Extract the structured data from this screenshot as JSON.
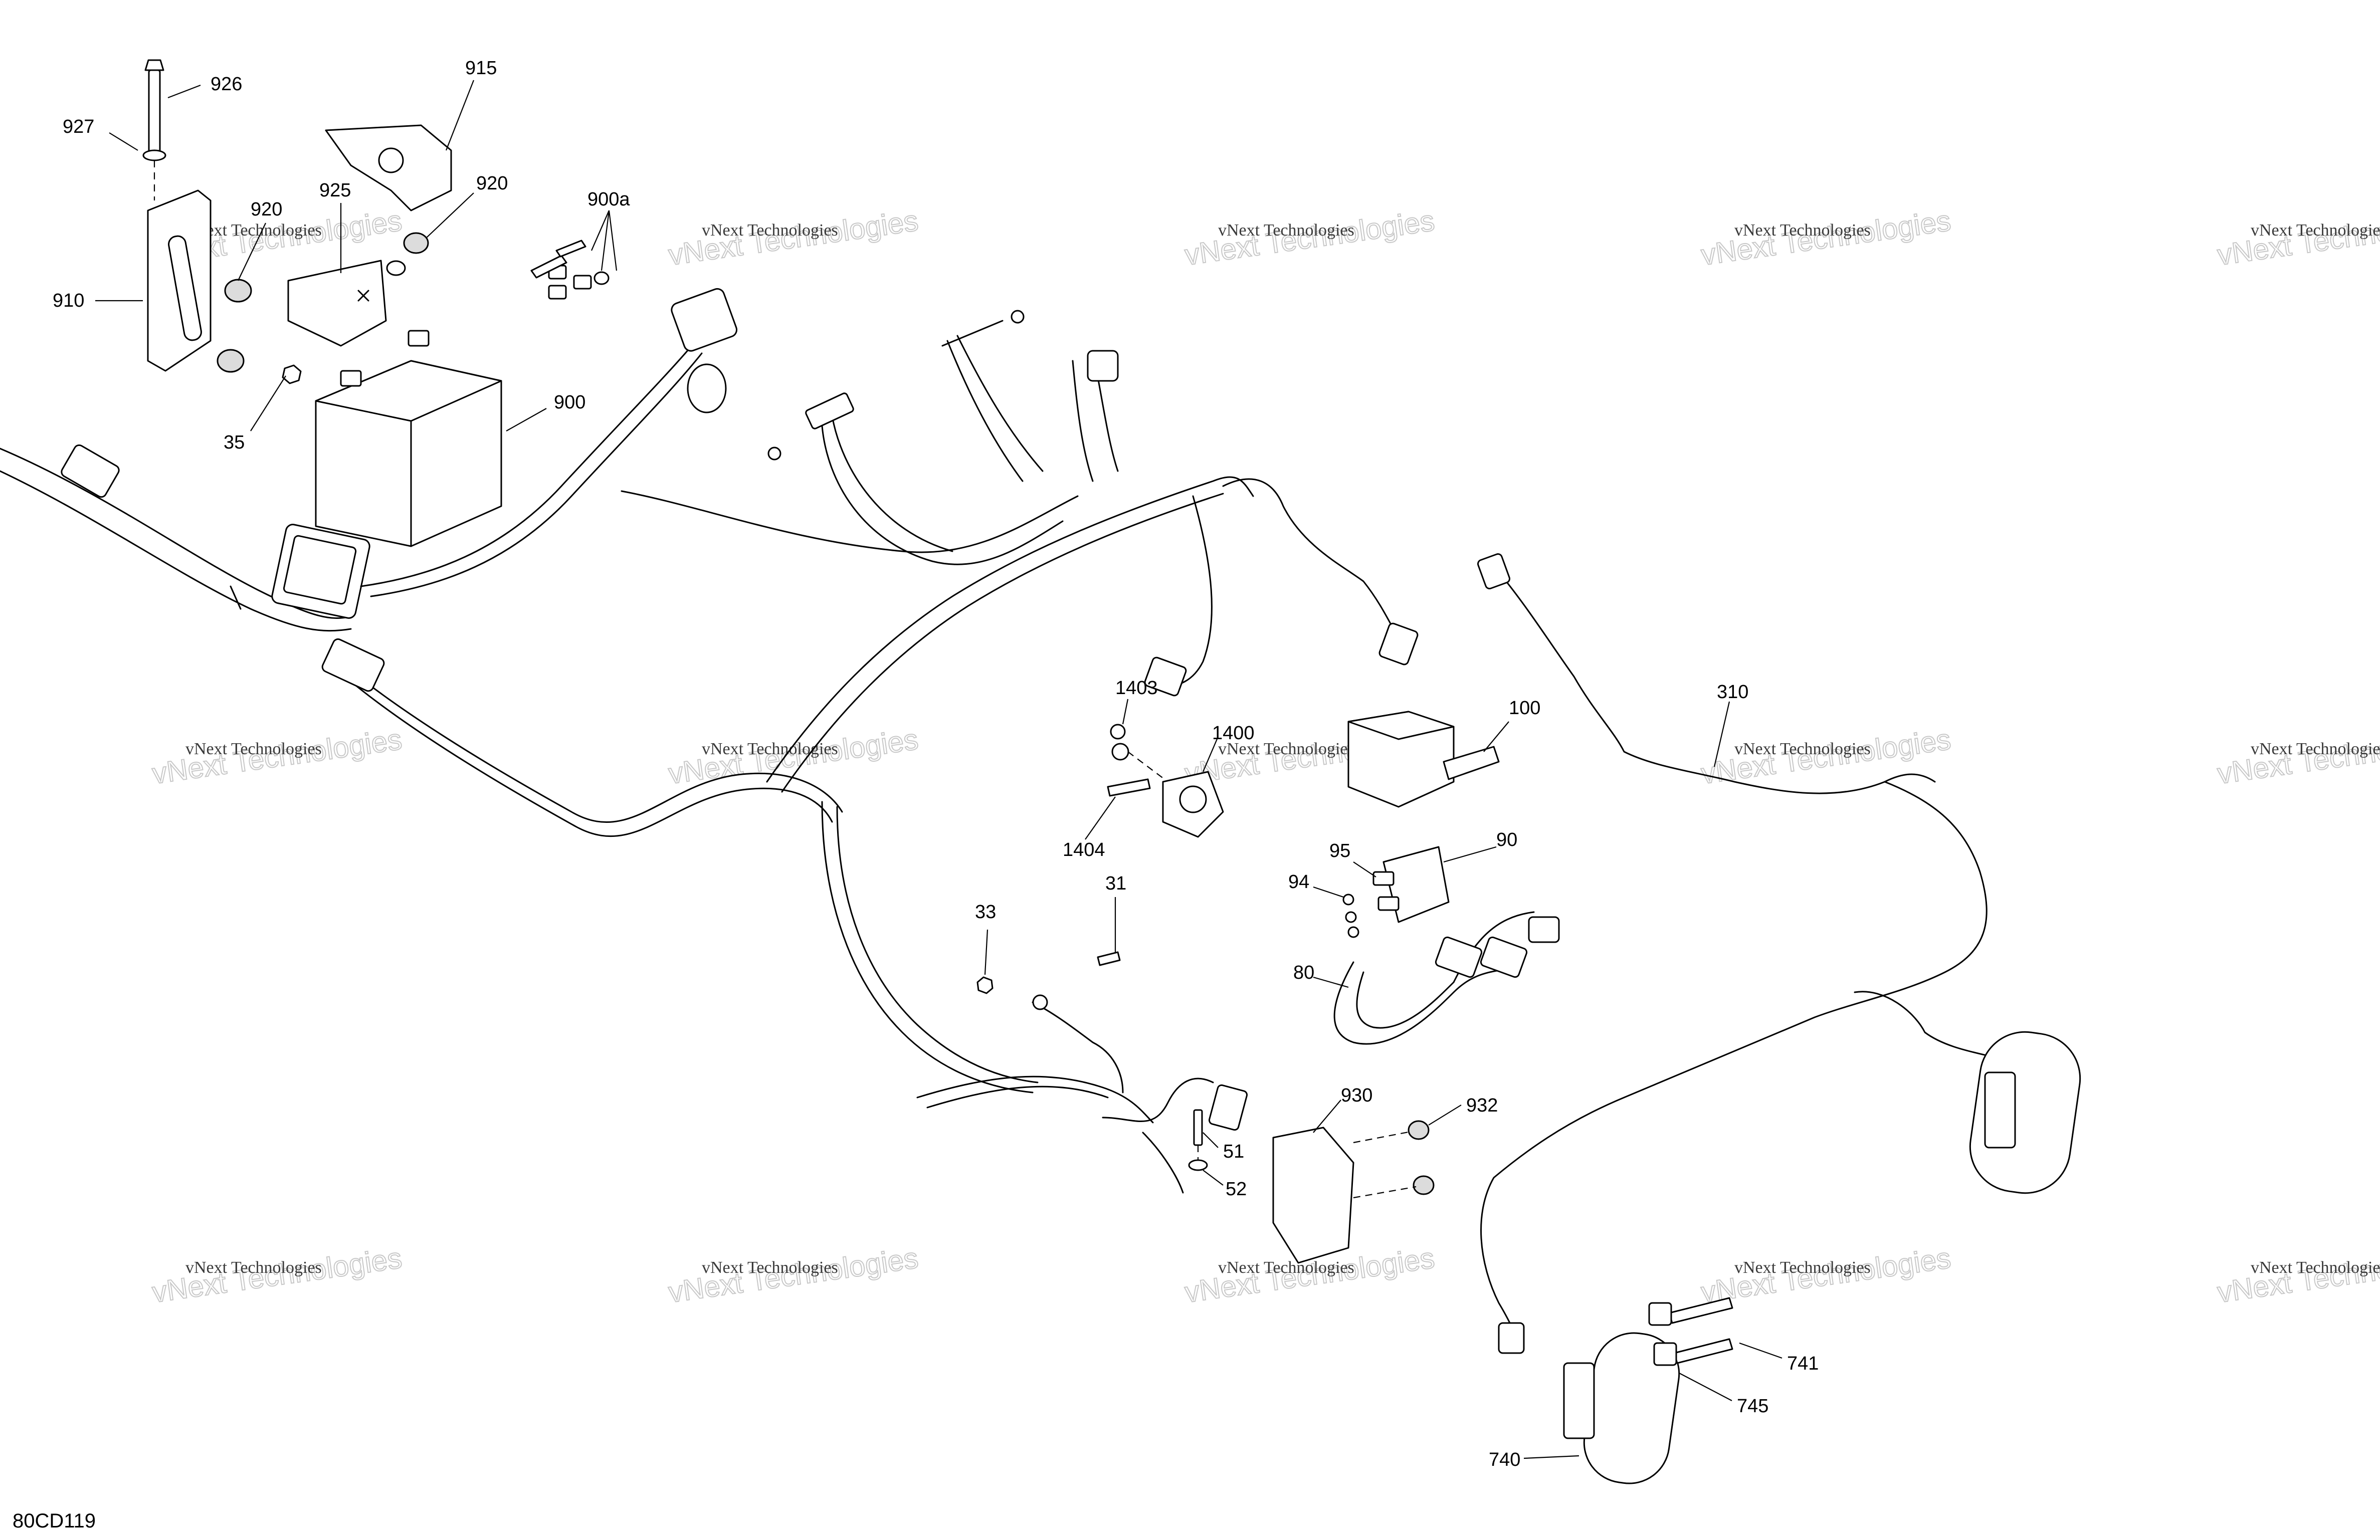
{
  "diagram_code": "80CD119",
  "watermark": {
    "line1": "vNext Technologies",
    "line2": "vNext Technologies"
  },
  "callouts": [
    {
      "id": "c926",
      "label": "926"
    },
    {
      "id": "c915",
      "label": "915"
    },
    {
      "id": "c927",
      "label": "927"
    },
    {
      "id": "c920a",
      "label": "920"
    },
    {
      "id": "c925",
      "label": "925"
    },
    {
      "id": "c920b",
      "label": "920"
    },
    {
      "id": "c900a",
      "label": "900a"
    },
    {
      "id": "c910",
      "label": "910"
    },
    {
      "id": "c35",
      "label": "35"
    },
    {
      "id": "c900",
      "label": "900"
    },
    {
      "id": "c1403",
      "label": "1403"
    },
    {
      "id": "c1400",
      "label": "1400"
    },
    {
      "id": "c1404",
      "label": "1404"
    },
    {
      "id": "c100",
      "label": "100"
    },
    {
      "id": "c310",
      "label": "310"
    },
    {
      "id": "c95",
      "label": "95"
    },
    {
      "id": "c90",
      "label": "90"
    },
    {
      "id": "c94",
      "label": "94"
    },
    {
      "id": "c80",
      "label": "80"
    },
    {
      "id": "c33",
      "label": "33"
    },
    {
      "id": "c31",
      "label": "31"
    },
    {
      "id": "c930",
      "label": "930"
    },
    {
      "id": "c932",
      "label": "932"
    },
    {
      "id": "c51",
      "label": "51"
    },
    {
      "id": "c52",
      "label": "52"
    },
    {
      "id": "c741",
      "label": "741"
    },
    {
      "id": "c745",
      "label": "745"
    },
    {
      "id": "c740",
      "label": "740"
    }
  ]
}
